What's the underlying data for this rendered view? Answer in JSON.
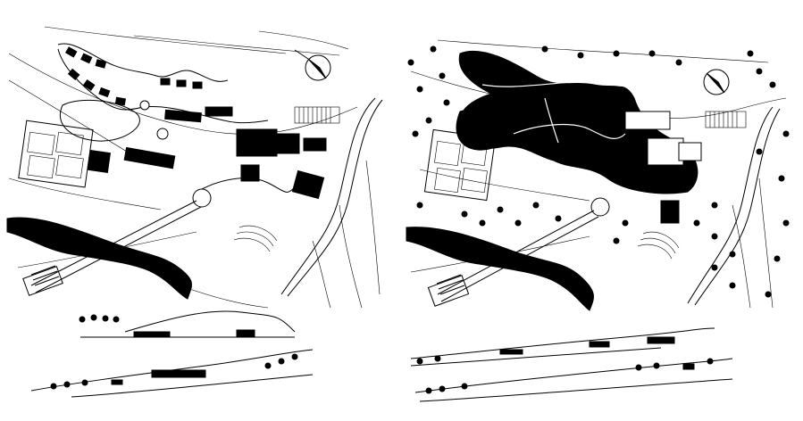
{
  "drawing": {
    "sheets": [
      {
        "id": "left",
        "fill_style": "outline"
      },
      {
        "id": "right",
        "fill_style": "filled"
      }
    ],
    "colors": {
      "ink": "#000000",
      "paper": "#ffffff"
    },
    "icons": [
      "north-arrow-icon",
      "tree-symbol-icon"
    ]
  }
}
